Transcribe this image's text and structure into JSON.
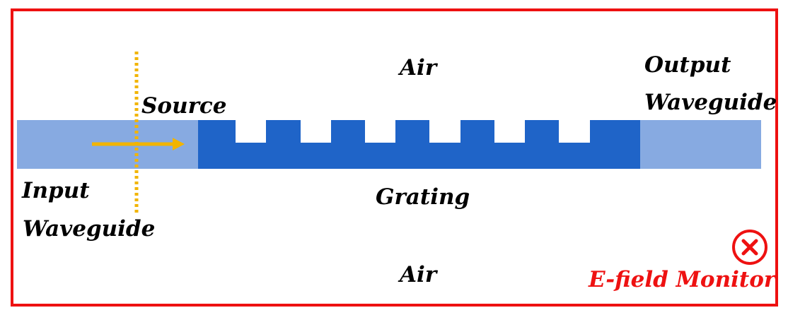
{
  "labels": {
    "air_top": "Air",
    "air_bottom": "Air",
    "source": "Source",
    "output_line1": "Output",
    "output_line2": "Waveguide",
    "input_line1": "Input",
    "input_line2": "Waveguide",
    "grating": "Grating",
    "monitor": "E-field Monitor"
  },
  "colors": {
    "border": "#ee1111",
    "waveguide": "#87aae1",
    "grating": "#1f64c8",
    "source": "#f2b400",
    "monitor": "#ee1111",
    "text": "#000000"
  },
  "icons": {
    "monitor_symbol": "circled-x-icon",
    "source_arrow": "arrow-right-icon"
  }
}
